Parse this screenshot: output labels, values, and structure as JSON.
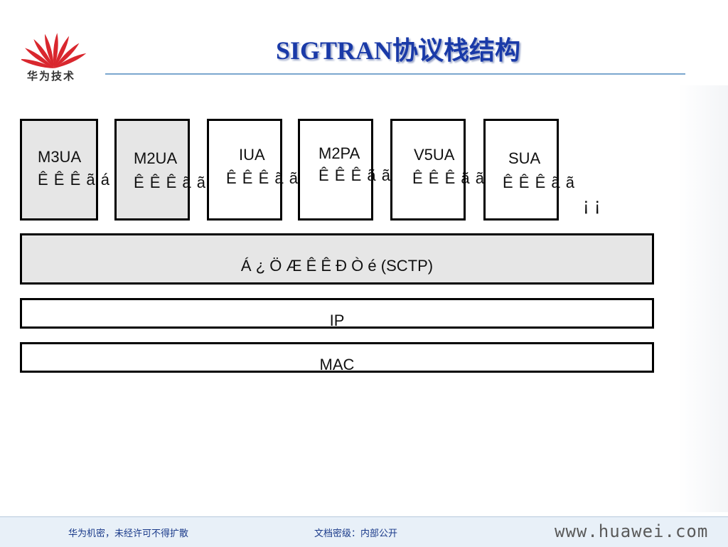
{
  "header": {
    "logo_text": "华为技术",
    "title": "SIGTRAN协议栈结构"
  },
  "diagram": {
    "adaptation_boxes": [
      {
        "name": "M3UA",
        "garble": "Ê Ê Ê ã á",
        "shaded": true
      },
      {
        "name": "M2UA",
        "garble": "Ê Ê Ê ã ã",
        "shaded": true
      },
      {
        "name": "IUA",
        "garble": "Ê Ê Ê ã ã",
        "shaded": false
      },
      {
        "name": "M2PA",
        "garble": "Ê Ê Ê ã ã",
        "shaded": false
      },
      {
        "name": "V5UA",
        "garble": "Ê Ê Ê ã ã",
        "shaded": false
      },
      {
        "name": "SUA",
        "garble": "Ê Ê Ê ã ã",
        "shaded": false
      }
    ],
    "aside_text": "¡ ¡ ­",
    "layers": [
      {
        "label": "Á ¿ Ö Æ Ê Ê Ð Ò é (SCTP)",
        "shaded": true
      },
      {
        "label": "IP",
        "shaded": false
      },
      {
        "label": "MAC",
        "shaded": false
      }
    ]
  },
  "footer": {
    "confidential": "华为机密，未经许可不得扩散",
    "doc_level": "文档密级：内部公开",
    "website": "www.huawei.com"
  },
  "colors": {
    "title": "#1a3aa8",
    "logo_red": "#d9272e",
    "box_grey": "#e6e6e6",
    "footer_bg": "#e8f0f8"
  }
}
